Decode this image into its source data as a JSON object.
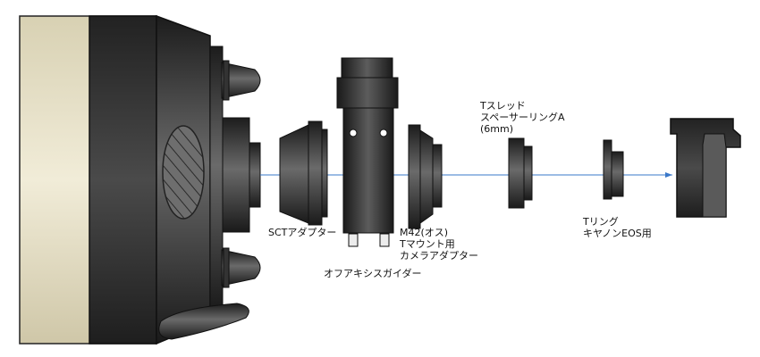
{
  "labels": {
    "sct_adapter": "SCTアダプター",
    "off_axis_guider": "オフアキシスガイダー",
    "m42_line1": "M42(オス)",
    "m42_line2": "Tマウント用",
    "m42_line3": "カメラアダプター",
    "spacer_line1": "Tスレッド",
    "spacer_line2": "スペーサーリングA",
    "spacer_line3": "(6mm)",
    "tring_line1": "Tリング",
    "tring_line2": "キヤノンEOS用"
  },
  "colors": {
    "optical_axis": "#3a78c9",
    "body_dark": "#2b2b2b",
    "body_light": "#5a5a5a",
    "tube_cream": "#e9e4cc"
  }
}
